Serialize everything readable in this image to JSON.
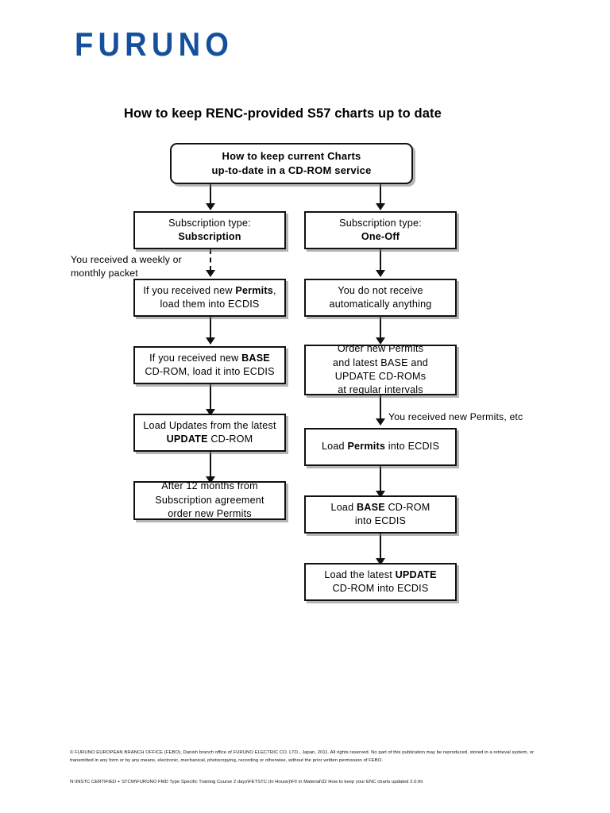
{
  "brand": {
    "logo_text": "FURUNO",
    "logo_color": "#15509c"
  },
  "document": {
    "title": "How to keep RENC-provided S57 charts up to date"
  },
  "flowchart": {
    "start": {
      "line1": "How  to keep  current Charts",
      "line2": "up-to-date in a CD-ROM service"
    },
    "left_column": [
      {
        "id": "subscription-type",
        "line1": "Subscription type:",
        "line2": "Subscription"
      },
      {
        "id": "load-permits",
        "pre": "If  you  received  new  ",
        "strong": "Permits",
        "post": ",",
        "line2": "load  them  into  ECDIS"
      },
      {
        "id": "load-base",
        "pre": "If  you  received  new  ",
        "strong": "BASE",
        "post": "",
        "line2": "CD-ROM,  load  it into  ECDIS"
      },
      {
        "id": "load-updates",
        "line1": "Load  Updates from  the  latest",
        "strong": "UPDATE",
        "post": "  CD-ROM"
      },
      {
        "id": "after-12-months",
        "line1": "After  12 months  from",
        "line2": "Subscription agreement",
        "line3": "order  new  Permits"
      }
    ],
    "right_column": [
      {
        "id": "subscription-type-oneoff",
        "line1": "Subscription type:",
        "line2": "One-Off"
      },
      {
        "id": "no-auto-receive",
        "line1": "You  do  not  receive",
        "line2": "automatically  anything"
      },
      {
        "id": "order-new-permits",
        "line1": "Order  new  Permits",
        "line2": "and  latest  BASE  and",
        "line3": "UPDATE  CD-ROMs",
        "line4": "at  regular  intervals"
      },
      {
        "id": "load-permits-ecdis",
        "pre": "Load  ",
        "strong": "Permits",
        "post": "  into  ECDIS"
      },
      {
        "id": "load-base-ecdis",
        "pre": "Load  ",
        "strong": "BASE",
        "post": "  CD-ROM",
        "line2": "into  ECDIS"
      },
      {
        "id": "load-latest-update",
        "pre": "Load  the  latest  ",
        "strong": "UPDATE",
        "post": "",
        "line2": "CD-ROM into  ECDIS"
      }
    ],
    "annotations": {
      "weekly_packet_line1": "You  received a weekly  or",
      "weekly_packet_line2": "monthly packet",
      "received_permits": "You  received  new  Permits, etc"
    }
  },
  "footer": {
    "copyright": "© FURUNO EUROPEAN BRANCH OFFICE (FEBO), Danish branch office of FURUNO ELECTRIC CO. LTD., Japan, 2011. All rights reserved. No part of this publication may be reproduced, stored in a retrieval system, or transmitted in any form or by any means, electronic, mechanical, photocopying, recording or otherwise, without the prior written permission of FEBO.",
    "file_path": "N:\\INSTC CERTIFIED + STCW\\FURUNO FMD Type Specific Training Course 2 days\\FETSTC (In House)\\FII In Material\\32 How to keep your ENC charts updated 2.0.fm"
  }
}
